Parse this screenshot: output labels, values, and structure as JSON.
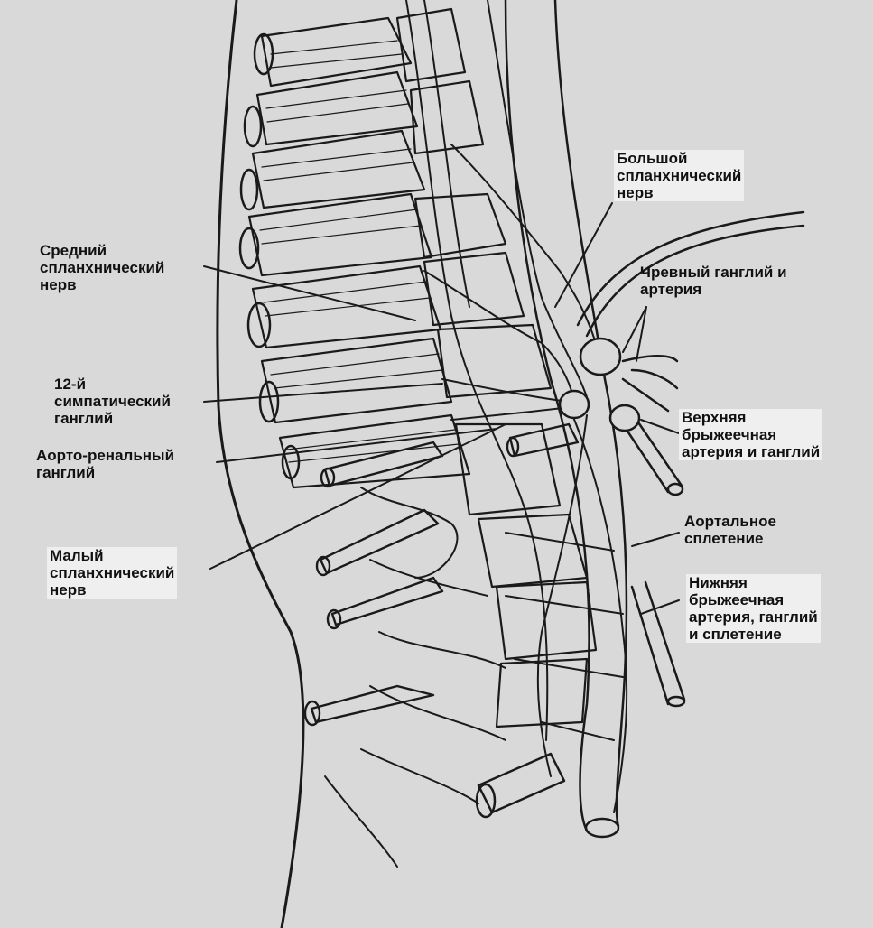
{
  "labels": {
    "bolshoy": {
      "lines": [
        "Большой",
        "спланхнический",
        "нерв"
      ]
    },
    "sredniy": {
      "lines": [
        "Средний",
        "спланхнический",
        "нерв"
      ]
    },
    "chrevny": {
      "lines": [
        "Чревный ганглий и",
        "артерия"
      ]
    },
    "simpatich": {
      "lines": [
        "12-й",
        "симпатический",
        "ганглий"
      ]
    },
    "verkhnyaya": {
      "lines": [
        "Верхняя",
        "брыжеечная",
        "артерия и ганглий"
      ]
    },
    "aortorenal": {
      "lines": [
        "Аорто-ренальный",
        "ганглий"
      ]
    },
    "aortalnoe": {
      "lines": [
        "Аортальное",
        "сплетение"
      ]
    },
    "maly": {
      "lines": [
        "Малый",
        "спланхнический",
        "нерв"
      ]
    },
    "nizhnyaya": {
      "lines": [
        "Нижняя",
        "брыжеечная",
        "артерия, ганглий",
        "и сплетение"
      ]
    }
  },
  "colors": {
    "background": "#d9d9d9",
    "ink": "#1a1a1a",
    "label_bg": "#efefef"
  }
}
